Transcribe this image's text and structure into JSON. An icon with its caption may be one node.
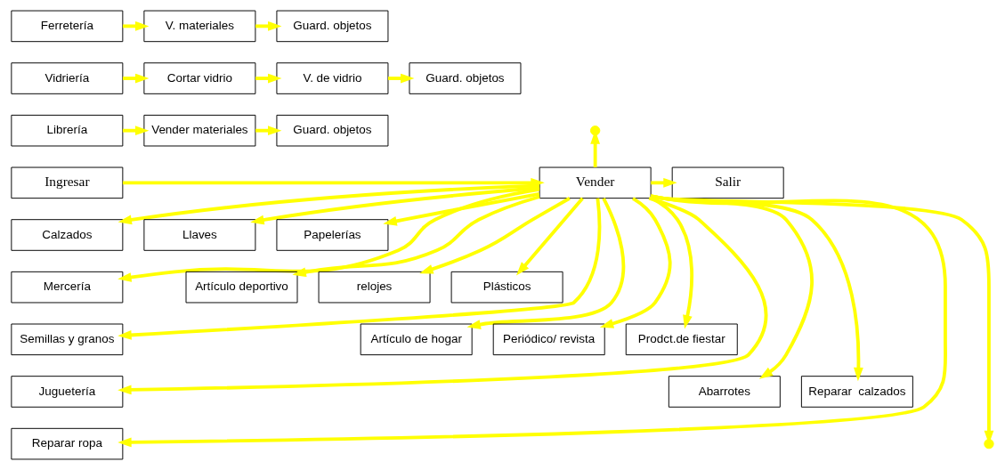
{
  "diagram": {
    "nodes": [
      {
        "text": [
          "Ferretería"
        ]
      },
      {
        "text": [
          "V. materiales"
        ]
      },
      {
        "text": [
          "Guard. objetos"
        ]
      },
      {
        "text": [
          "Vidriería"
        ]
      },
      {
        "text": [
          "Cortar vidrio"
        ]
      },
      {
        "text": [
          "V. de vidrio"
        ]
      },
      {
        "text": [
          "Guard. objetos"
        ]
      },
      {
        "text": [
          "Librería"
        ]
      },
      {
        "text": [
          "Vender materiales"
        ]
      },
      {
        "text": [
          "Guard. objetos"
        ]
      },
      {
        "text": [
          "Ingresar"
        ]
      },
      {
        "text": [
          "Vender"
        ]
      },
      {
        "text": [
          "Salir"
        ]
      },
      {
        "text": [
          "Calzados"
        ]
      },
      {
        "text": [
          "Llaves"
        ]
      },
      {
        "text": [
          "Papelerías"
        ]
      },
      {
        "text": [
          "Mercería"
        ]
      },
      {
        "text": [
          "Artículo deportivo"
        ]
      },
      {
        "text": [
          "relojes"
        ]
      },
      {
        "text": [
          "Plásticos"
        ]
      },
      {
        "text": [
          "Semillas y granos"
        ]
      },
      {
        "text": [
          "Artículo de hogar"
        ]
      },
      {
        "text": [
          "Periódico/ revista"
        ]
      },
      {
        "text": [
          "Prodct.de fiestar"
        ]
      },
      {
        "text": [
          "Juguetería"
        ]
      },
      {
        "text": [
          "Abarrotes"
        ]
      },
      {
        "text": [
          "Reparar  calzados"
        ]
      },
      {
        "text": [
          "Reparar ropa"
        ]
      }
    ],
    "edges": [
      {
        "from": 10,
        "to": 11,
        "arrow": "to"
      },
      {
        "from": 11,
        "to": 12,
        "arrow": "to"
      },
      {
        "from": 11,
        "to": null,
        "arrow": "to"
      },
      {
        "from": 0,
        "to": 1,
        "arrow": "to"
      },
      {
        "from": 1,
        "to": 2,
        "arrow": "to"
      },
      {
        "from": 3,
        "to": 4,
        "arrow": "to"
      },
      {
        "from": 4,
        "to": 5,
        "arrow": "to"
      },
      {
        "from": 5,
        "to": 6,
        "arrow": "to"
      },
      {
        "from": 7,
        "to": 8,
        "arrow": "to"
      },
      {
        "from": 8,
        "to": 9,
        "arrow": "to"
      },
      {
        "from": 11,
        "to": null,
        "arrow": "to"
      },
      {
        "from": 11,
        "to": 27,
        "arrow": "to"
      },
      {
        "from": 11,
        "to": 13,
        "arrow": "to"
      },
      {
        "from": 11,
        "to": 16,
        "arrow": "to"
      },
      {
        "from": 11,
        "to": 17,
        "arrow": "to"
      },
      {
        "from": 11,
        "to": 20,
        "arrow": "to"
      },
      {
        "from": 11,
        "to": 21,
        "arrow": "to"
      },
      {
        "from": 11,
        "to": 24,
        "arrow": "to"
      },
      {
        "from": 11,
        "to": 14,
        "arrow": "to"
      },
      {
        "from": 11,
        "to": 15,
        "arrow": "to"
      },
      {
        "from": 11,
        "to": 18,
        "arrow": "to"
      },
      {
        "from": 11,
        "to": 19,
        "arrow": "to"
      },
      {
        "from": 11,
        "to": 22,
        "arrow": "to"
      },
      {
        "from": 11,
        "to": 23,
        "arrow": "to"
      },
      {
        "from": 11,
        "to": 25,
        "arrow": "to"
      },
      {
        "from": 11,
        "to": 26,
        "arrow": "to"
      }
    ]
  }
}
